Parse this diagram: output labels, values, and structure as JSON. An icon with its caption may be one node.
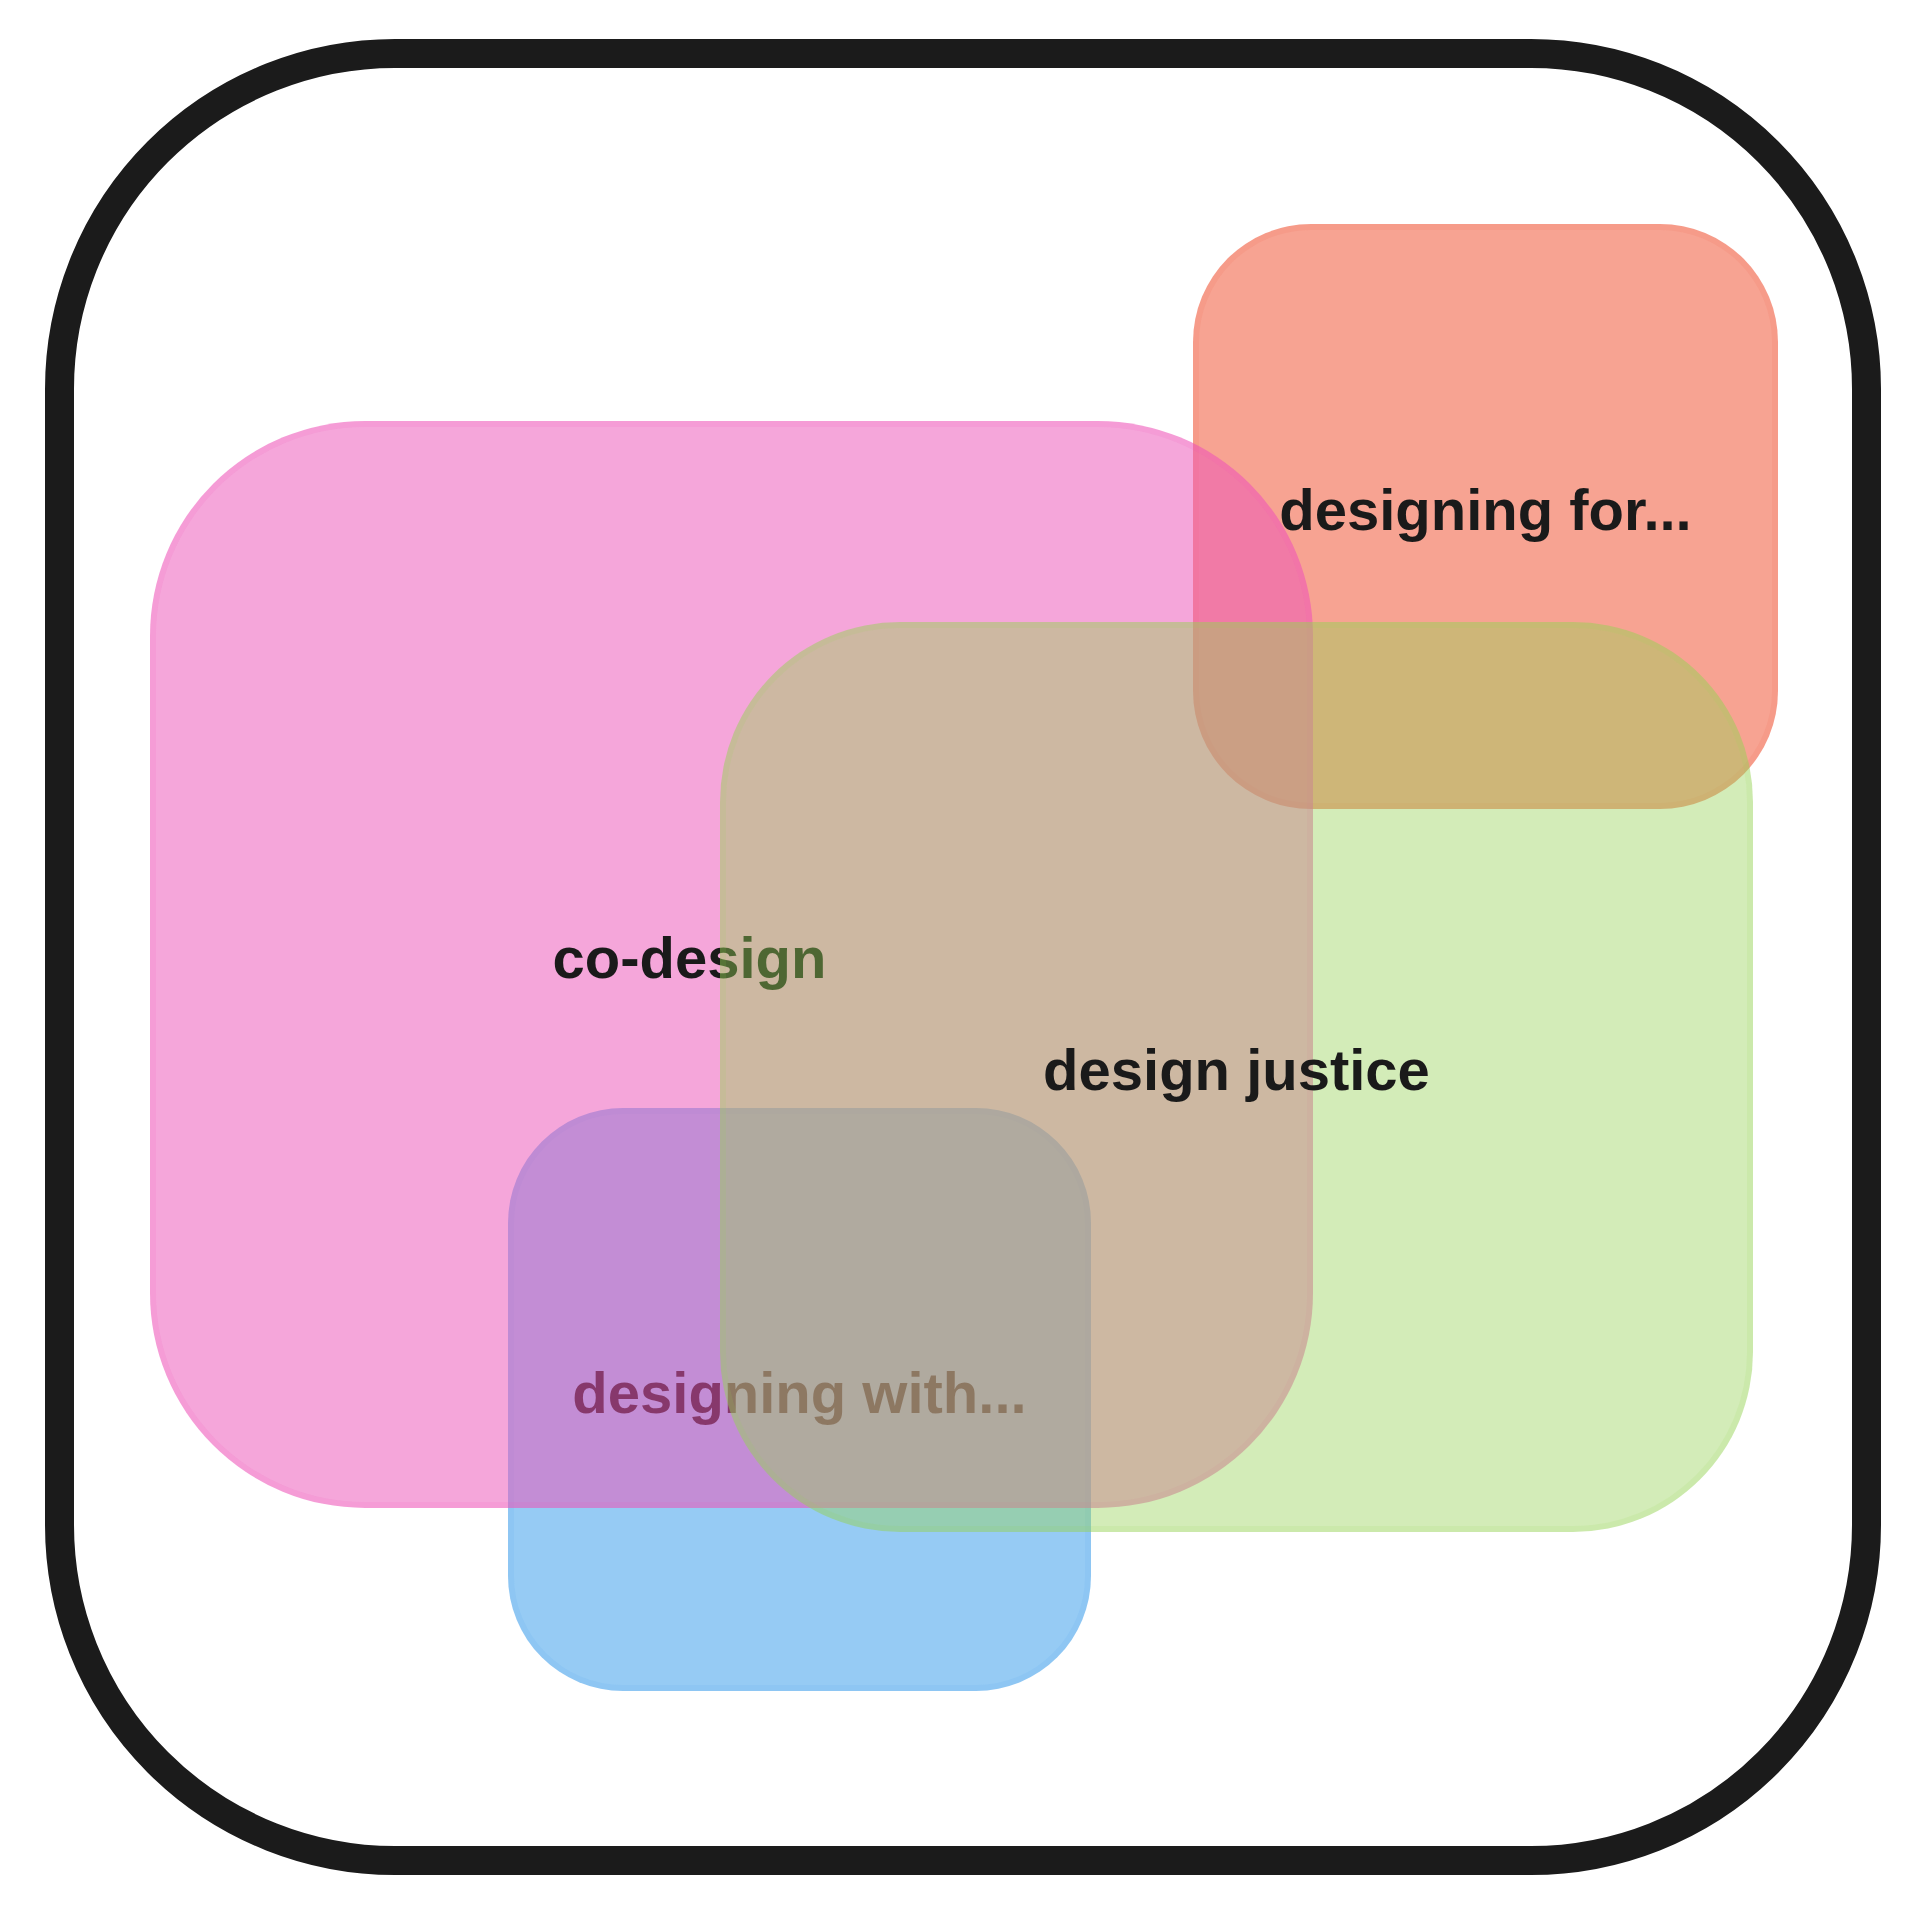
{
  "diagram": {
    "nodes": [
      {
        "text": [
          "designing for..."
        ]
      },
      {
        "text": [
          "co-design"
        ]
      },
      {
        "text": [
          "design justice"
        ]
      },
      {
        "text": [
          "designing with..."
        ]
      }
    ]
  }
}
